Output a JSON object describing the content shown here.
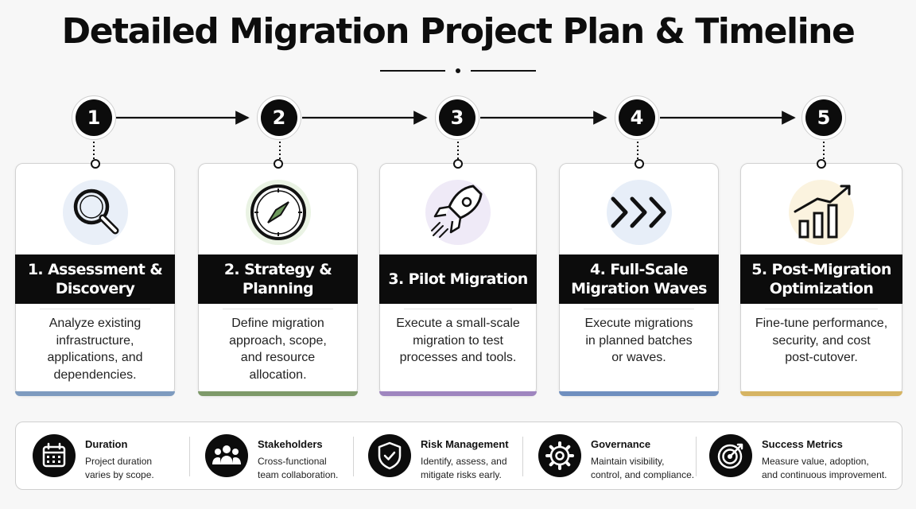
{
  "title": "Detailed Migration Project Plan & Timeline",
  "steps": [
    {
      "num": "1",
      "title_line1": "1. Assessment &",
      "title_line2": "Discovery",
      "desc": [
        "Analyze existing",
        "infrastructure,",
        "applications, and",
        "dependencies."
      ],
      "icon": "magnifier-icon",
      "accent": "#7e9bbf",
      "icon_bg": "#e9eff8"
    },
    {
      "num": "2",
      "title_line1": "2. Strategy &",
      "title_line2": "Planning",
      "desc": [
        "Define migration",
        "approach, scope,",
        "and resource",
        "allocation."
      ],
      "icon": "compass-icon",
      "accent": "#7e9a6a",
      "icon_bg": "#eaf3e4"
    },
    {
      "num": "3",
      "title_line1": "3. Pilot Migration",
      "title_line2": "",
      "desc": [
        "Execute a small-scale",
        "migration to test",
        "processes and tools."
      ],
      "icon": "rocket-icon",
      "accent": "#9f86bf",
      "icon_bg": "#efeaf7"
    },
    {
      "num": "4",
      "title_line1": "4. Full-Scale",
      "title_line2": "Migration Waves",
      "desc": [
        "Execute migrations",
        "in planned batches",
        "or waves."
      ],
      "icon": "chevrons-icon",
      "accent": "#6f8fbf",
      "icon_bg": "#e7eef8"
    },
    {
      "num": "5",
      "title_line1": "5. Post-Migration",
      "title_line2": "Optimization",
      "desc": [
        "Fine-tune performance,",
        "security, and cost",
        "post-cutover."
      ],
      "icon": "growth-chart-icon",
      "accent": "#d6b463",
      "icon_bg": "#fbf3df"
    }
  ],
  "summary": [
    {
      "title": "Duration",
      "desc": [
        "Project duration",
        "varies by scope."
      ],
      "icon": "calendar-icon"
    },
    {
      "title": "Stakeholders",
      "desc": [
        "Cross-functional",
        "team collaboration."
      ],
      "icon": "people-icon"
    },
    {
      "title": "Risk Management",
      "desc": [
        "Identify, assess, and",
        "mitigate risks early."
      ],
      "icon": "shield-check-icon"
    },
    {
      "title": "Governance",
      "desc": [
        "Maintain visibility,",
        "control, and compliance."
      ],
      "icon": "gear-icon"
    },
    {
      "title": "Success Metrics",
      "desc": [
        "Measure value, adoption,",
        "and continuous improvement."
      ],
      "icon": "target-icon"
    }
  ]
}
